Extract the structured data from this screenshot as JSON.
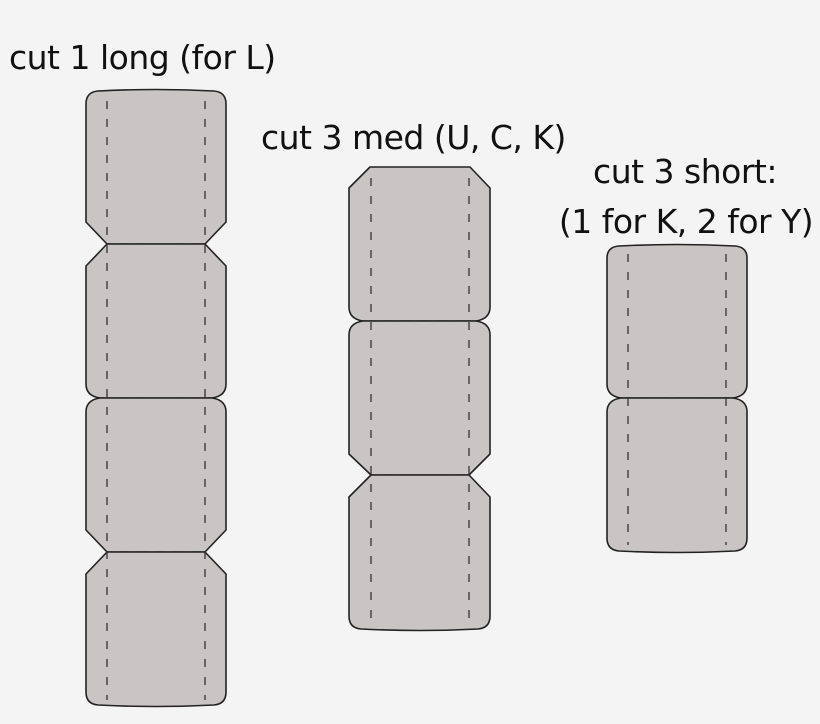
{
  "labels": {
    "long": "cut 1 long (for L)",
    "med": "cut 3 med (U, C, K)",
    "short_line1": "cut 3 short:",
    "short_line2": "(1 for K, 2 for Y)"
  },
  "pieces": [
    {
      "name": "long",
      "count": 1,
      "for": [
        "L"
      ],
      "segments": 4
    },
    {
      "name": "med",
      "count": 3,
      "for": [
        "U",
        "C",
        "K"
      ],
      "segments": 3
    },
    {
      "name": "short",
      "count": 3,
      "for": [
        "K",
        "K-note: 1 for K",
        "Y-note: 2 for Y"
      ],
      "segments": 2
    }
  ],
  "colors": {
    "background": "#f4f4f4",
    "fill": "#c9c5c4",
    "stroke": "#222222",
    "fold_line": "#333333"
  }
}
